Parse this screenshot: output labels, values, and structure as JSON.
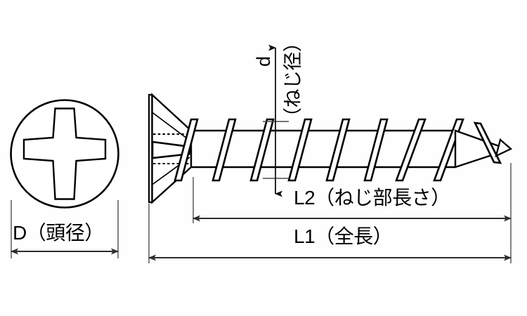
{
  "figure": {
    "kind": "engineering-drawing",
    "subject": "countersunk-phillips-wood-screw",
    "background_color": "#fefefe",
    "line_color": "#000000",
    "dimension_line_color": "#3a3a3a"
  },
  "views": {
    "head_view": {
      "name": "head-top-view",
      "shape": "circle-with-cross-recess",
      "recess": "phillips-cross"
    },
    "side_view": {
      "name": "screw-side-view",
      "head": "countersunk-flat-head",
      "thread_count": 8,
      "point": "gimlet-point"
    }
  },
  "dimensions": {
    "head_diameter": {
      "symbol": "D",
      "label": "D（頭径）",
      "arrow_style": "double"
    },
    "thread_diameter": {
      "symbol": "d",
      "label_symbol": "d",
      "label_paren": "（ねじ径）",
      "arrow_style": "double-vertical"
    },
    "thread_length": {
      "symbol": "L2",
      "label": "L2（ねじ部長さ）",
      "arrow_style": "double"
    },
    "total_length": {
      "symbol": "L1",
      "label": "L1（全長）",
      "arrow_style": "double"
    }
  }
}
